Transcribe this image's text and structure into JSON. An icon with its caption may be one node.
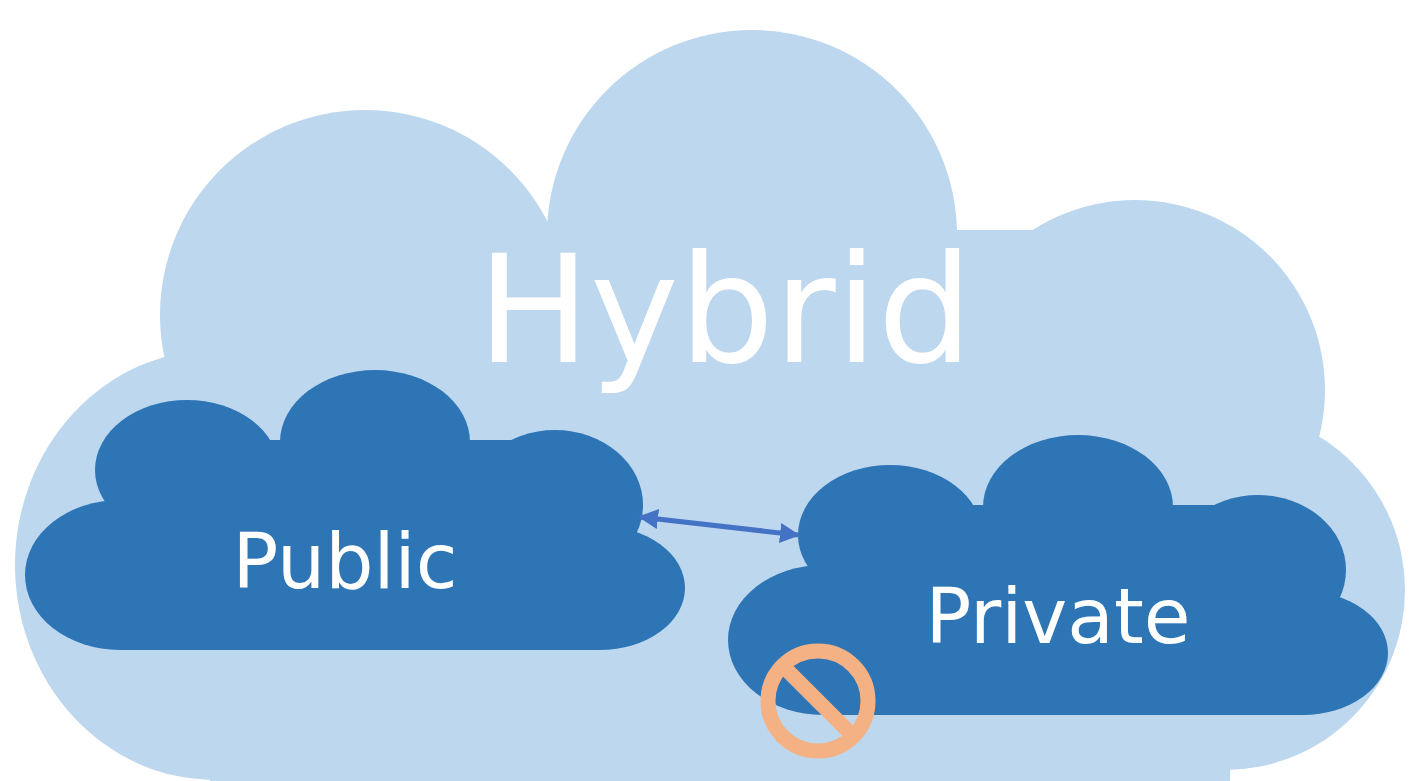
{
  "diagram": {
    "nodes": [
      {
        "text": [
          "Hybrid"
        ]
      },
      {
        "text": [
          "Public"
        ],
        "in": 0
      },
      {
        "text": [
          "Private"
        ],
        "in": 0
      }
    ],
    "edges": [
      {
        "from": 1,
        "to": 2,
        "arrow": "both"
      }
    ]
  }
}
